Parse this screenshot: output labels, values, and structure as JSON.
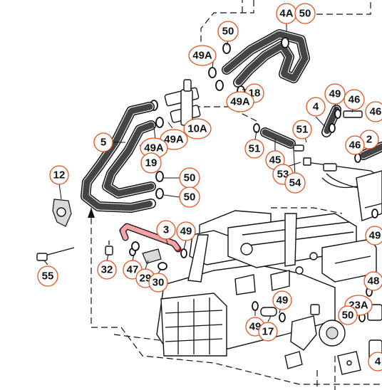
{
  "colors": {
    "callout_outline": "#e0531d",
    "highlight_hose": "#d61f26",
    "ink": "#111111",
    "paper": "#ffffff"
  },
  "icons": {
    "arrow": "up-arrow-icon"
  },
  "callouts": [
    {
      "id": "c01",
      "label": "4A"
    },
    {
      "id": "c02",
      "label": "50"
    },
    {
      "id": "c03",
      "label": "50"
    },
    {
      "id": "c04",
      "label": "49A"
    },
    {
      "id": "c05",
      "label": "18"
    },
    {
      "id": "c06",
      "label": "49A"
    },
    {
      "id": "c07",
      "label": "49"
    },
    {
      "id": "c08",
      "label": "46"
    },
    {
      "id": "c09",
      "label": "46"
    },
    {
      "id": "c10",
      "label": "4"
    },
    {
      "id": "c11",
      "label": "5"
    },
    {
      "id": "c12",
      "label": "10A"
    },
    {
      "id": "c13",
      "label": "49A"
    },
    {
      "id": "c14",
      "label": "49A"
    },
    {
      "id": "c15",
      "label": "19"
    },
    {
      "id": "c16",
      "label": "51"
    },
    {
      "id": "c17",
      "label": "51"
    },
    {
      "id": "c18",
      "label": "45"
    },
    {
      "id": "c19",
      "label": "2"
    },
    {
      "id": "c20",
      "label": "46"
    },
    {
      "id": "c21",
      "label": "12"
    },
    {
      "id": "c22",
      "label": "50"
    },
    {
      "id": "c23",
      "label": "50"
    },
    {
      "id": "c24",
      "label": "53"
    },
    {
      "id": "c25",
      "label": "54"
    },
    {
      "id": "c26",
      "label": "3"
    },
    {
      "id": "c27",
      "label": "49"
    },
    {
      "id": "c28",
      "label": "49"
    },
    {
      "id": "c29",
      "label": "32"
    },
    {
      "id": "c30",
      "label": "47"
    },
    {
      "id": "c31",
      "label": "29"
    },
    {
      "id": "c32",
      "label": "30"
    },
    {
      "id": "c33",
      "label": "55"
    },
    {
      "id": "c34",
      "label": "48"
    },
    {
      "id": "c35",
      "label": "49"
    },
    {
      "id": "c36",
      "label": "23A"
    },
    {
      "id": "c37",
      "label": "50"
    },
    {
      "id": "c38",
      "label": "49"
    },
    {
      "id": "c39",
      "label": "17"
    },
    {
      "id": "c40",
      "label": "4"
    }
  ]
}
